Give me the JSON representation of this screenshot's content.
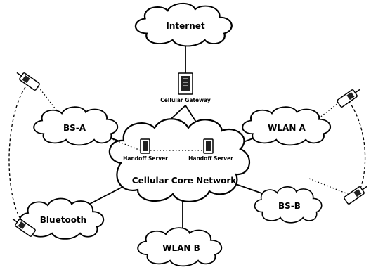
{
  "diagram": {
    "nodes": {
      "internet": "Internet",
      "cellular_gateway": "Cellular Gateway",
      "core_network": "Cellular Core Network",
      "handoff_server_left": "Handoff Server",
      "handoff_server_right": "Handoff Server",
      "bs_a": "BS-A",
      "bs_b": "BS-B",
      "wlan_a": "WLAN A",
      "wlan_b": "WLAN B",
      "bluetooth": "Bluetooth"
    }
  }
}
